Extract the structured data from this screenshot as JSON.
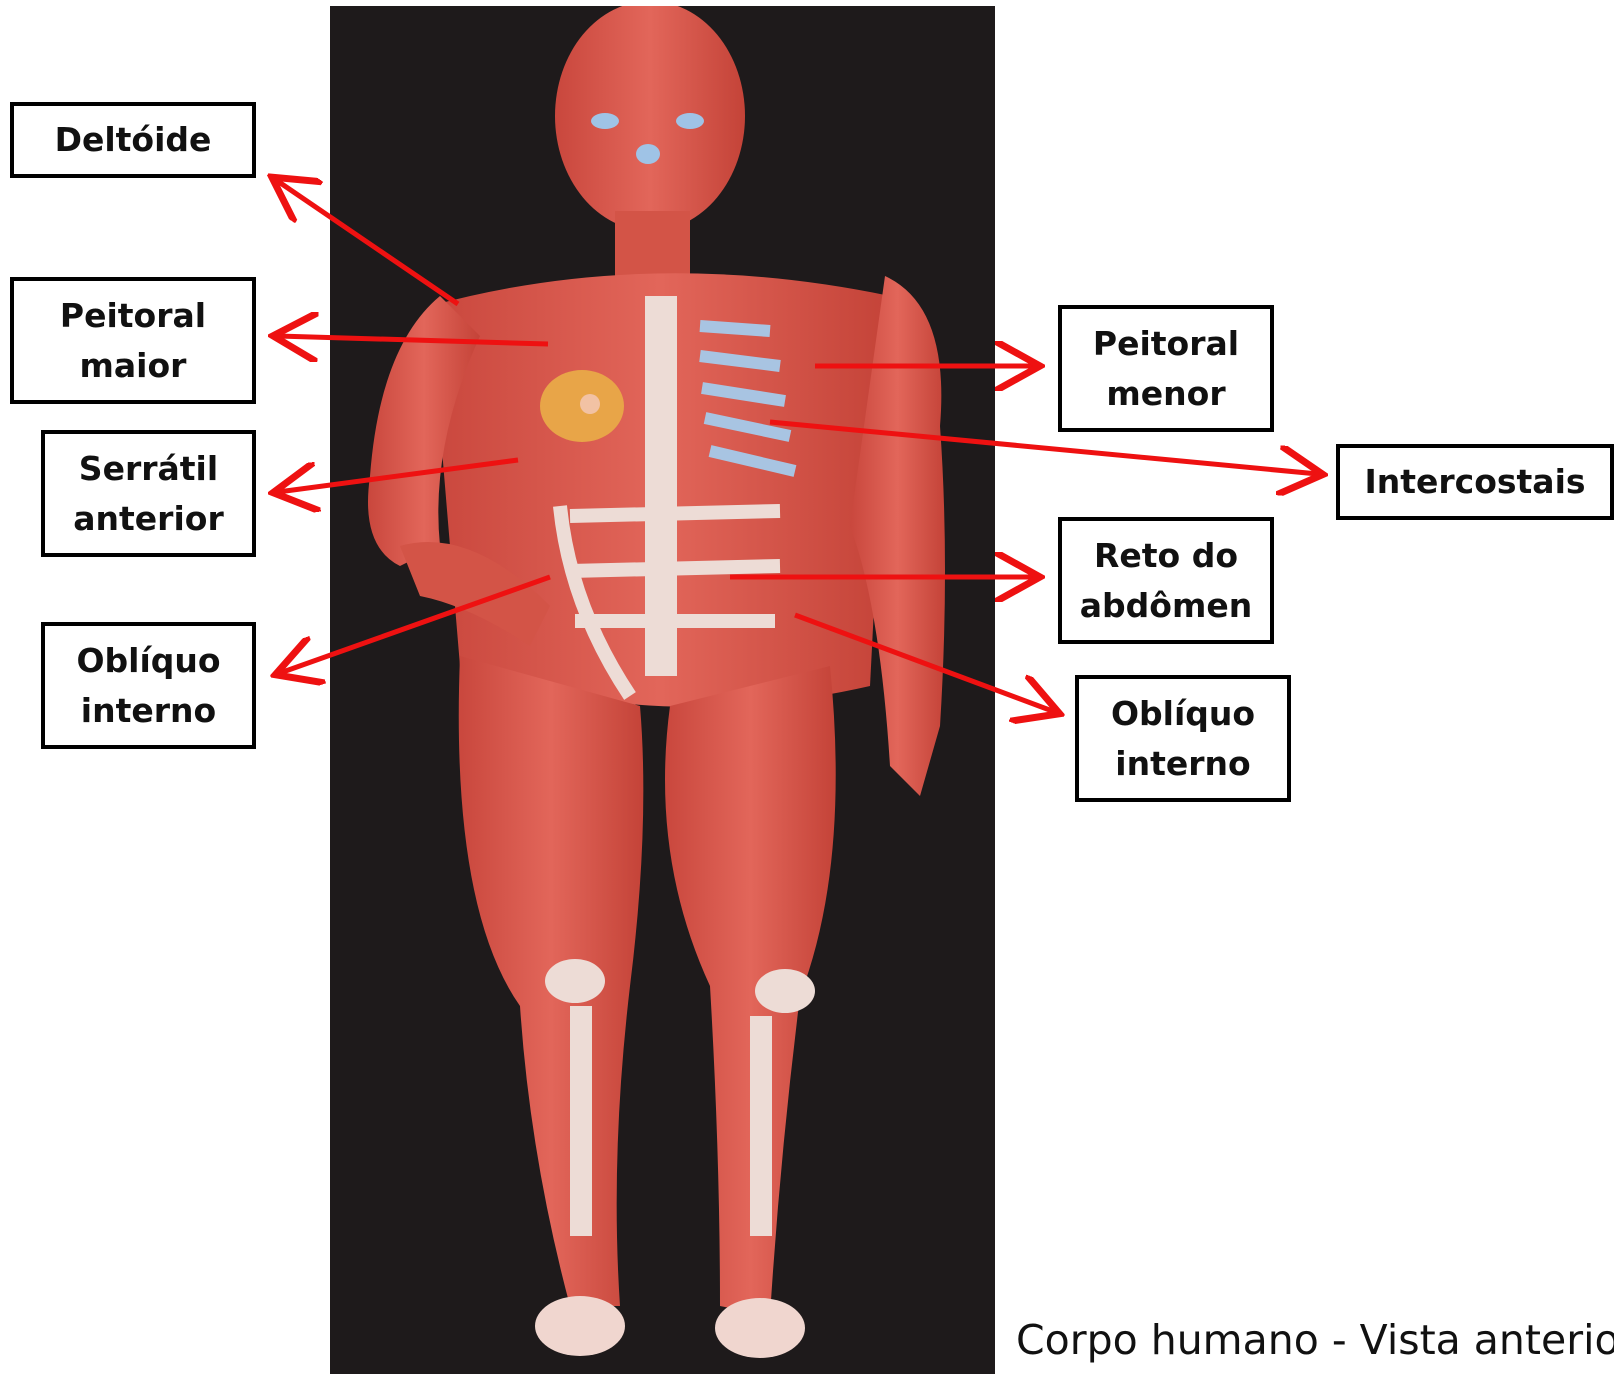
{
  "labels": {
    "deltoide": "Deltóide",
    "peitoral_maior": "Peitoral\nmaior",
    "serratil_anterior": "Serrátil\nanterior",
    "obliquo_interno_left": "Oblíquo\ninterno",
    "peitoral_menor": "Peitoral\nmenor",
    "intercostais": "Intercostais",
    "reto_do_abdomen": "Reto do\nabdômen",
    "obliquo_interno_right": "Oblíquo\ninterno"
  },
  "caption": "Corpo humano - Vista anterior",
  "colors": {
    "arrow": "#ee1111",
    "background": "#1e1a1b",
    "muscle": "#d9584a",
    "tendon": "#eddcd6"
  }
}
